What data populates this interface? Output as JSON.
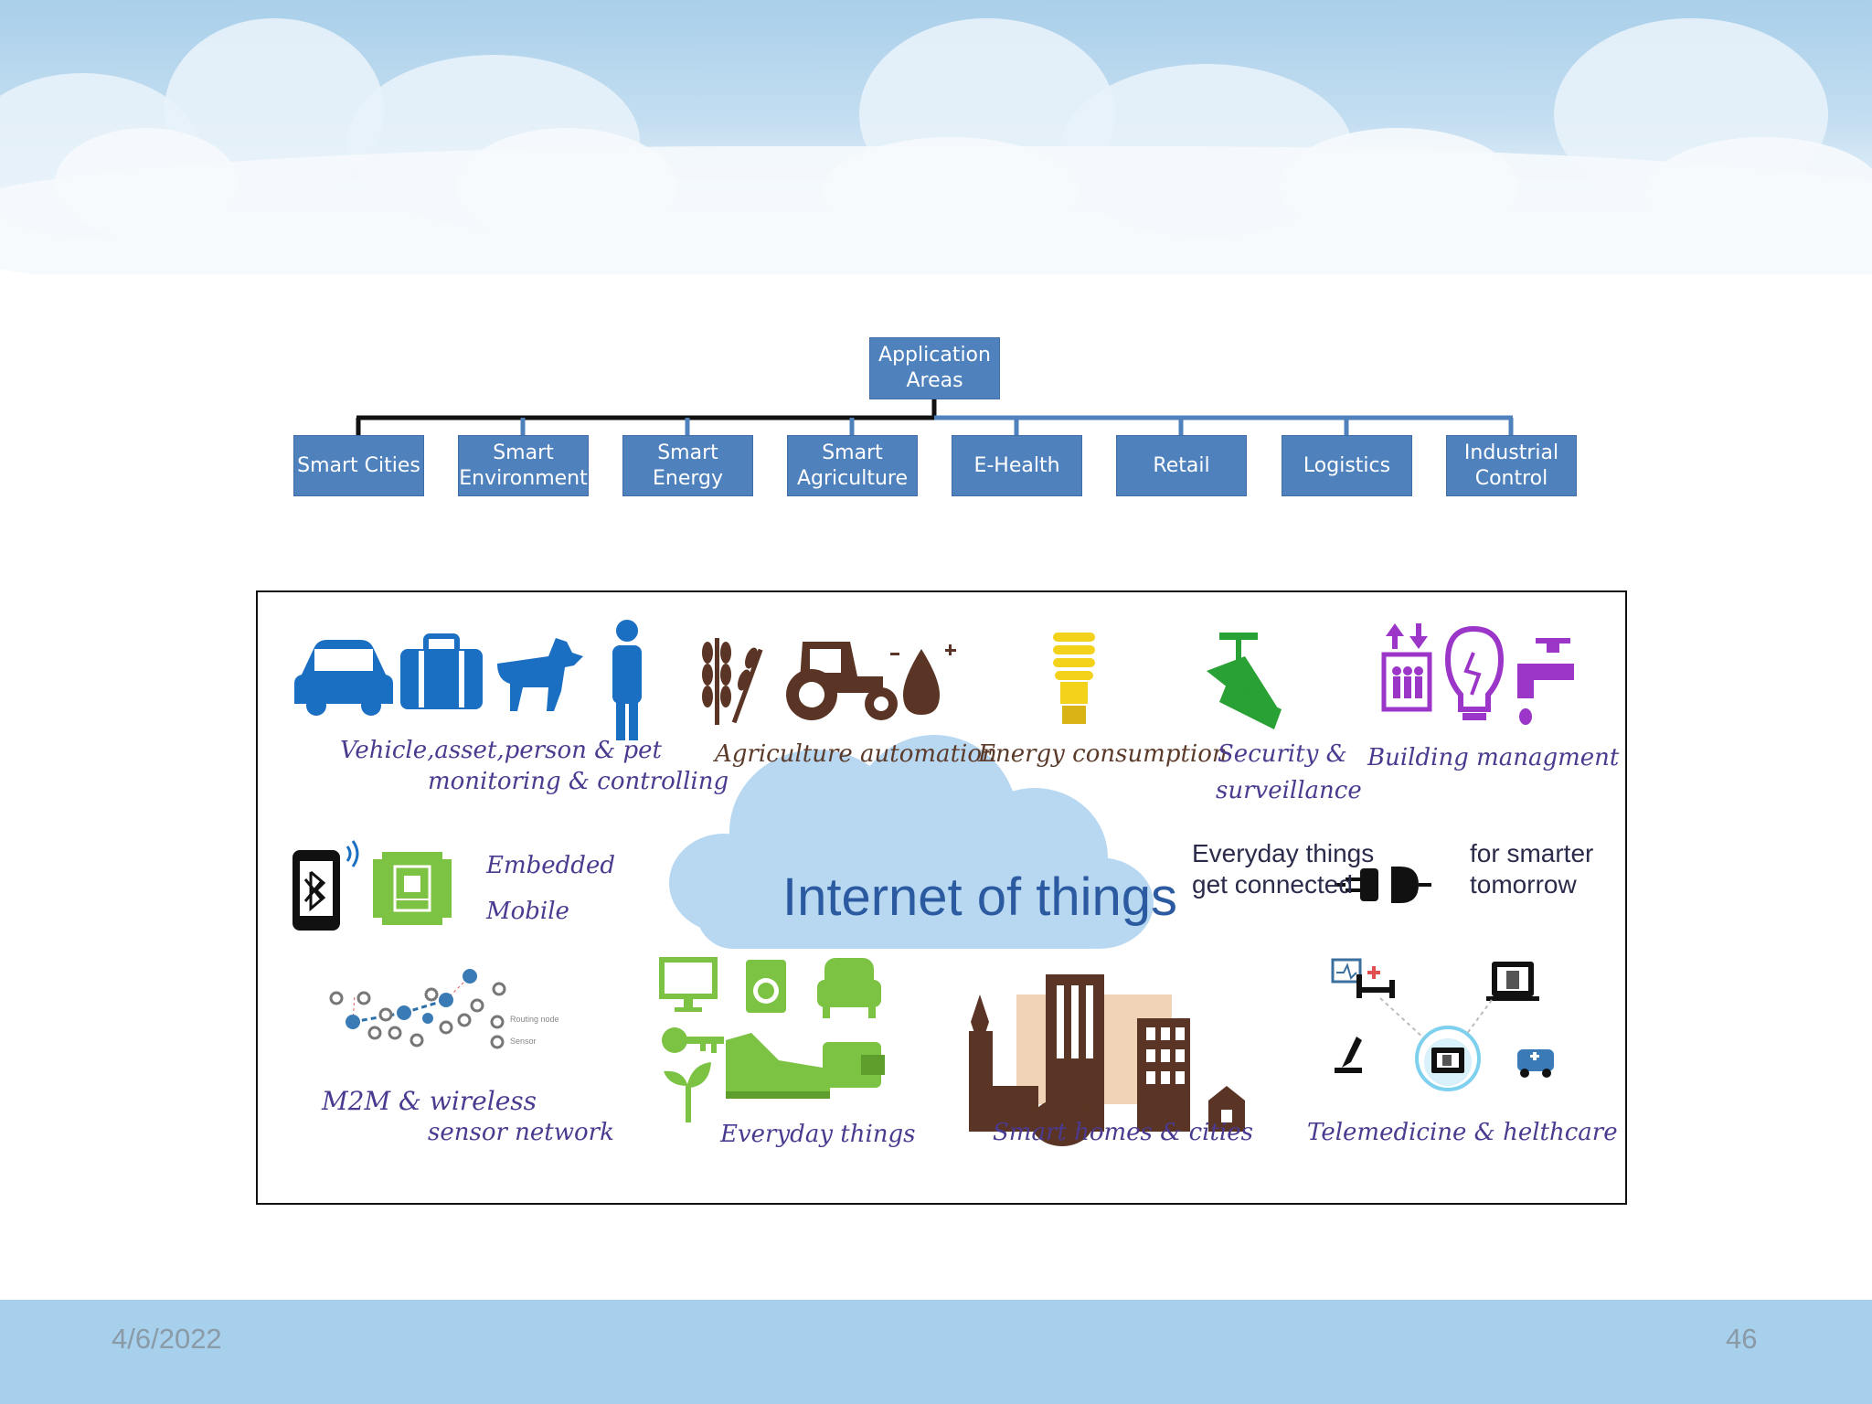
{
  "org_chart": {
    "root": "Application Areas",
    "children": [
      "Smart Cities",
      "Smart Environment",
      "Smart Energy",
      "Smart Agriculture",
      "E-Health",
      "Retail",
      "Logistics",
      "Industrial Control"
    ]
  },
  "iot_image": {
    "title": "Internet of things",
    "captions": {
      "vehicle_line1": "Vehicle,asset,person & pet",
      "vehicle_line2": "monitoring & controlling",
      "agriculture": "Agriculture automation",
      "energy": "Energy consumption",
      "security_line1": "Security &",
      "security_line2": "surveillance",
      "building": "Building managment",
      "embedded": "Embedded",
      "mobile": "Mobile",
      "everyday_line1": "Everyday things",
      "everyday_line2": "get connected",
      "smarter_line1": "for smarter",
      "smarter_line2": "tomorrow",
      "m2m_line1": "M2M & wireless",
      "m2m_line2": "sensor network",
      "everyday_things": "Everyday things",
      "smart_homes": "Smart homes & cities",
      "telemedicine": "Telemedicine & helthcare",
      "routing_node": "Routing node",
      "sensor": "Sensor"
    },
    "colors": {
      "blue": "#1b6fc2",
      "brown": "#5a3424",
      "yellow": "#f2d21b",
      "green": "#2aa134",
      "purple": "#9b36c9",
      "lightgreen": "#7cc243",
      "cloud": "#b8d8f2"
    }
  },
  "footer": {
    "date": "4/6/2022",
    "page": "46"
  }
}
